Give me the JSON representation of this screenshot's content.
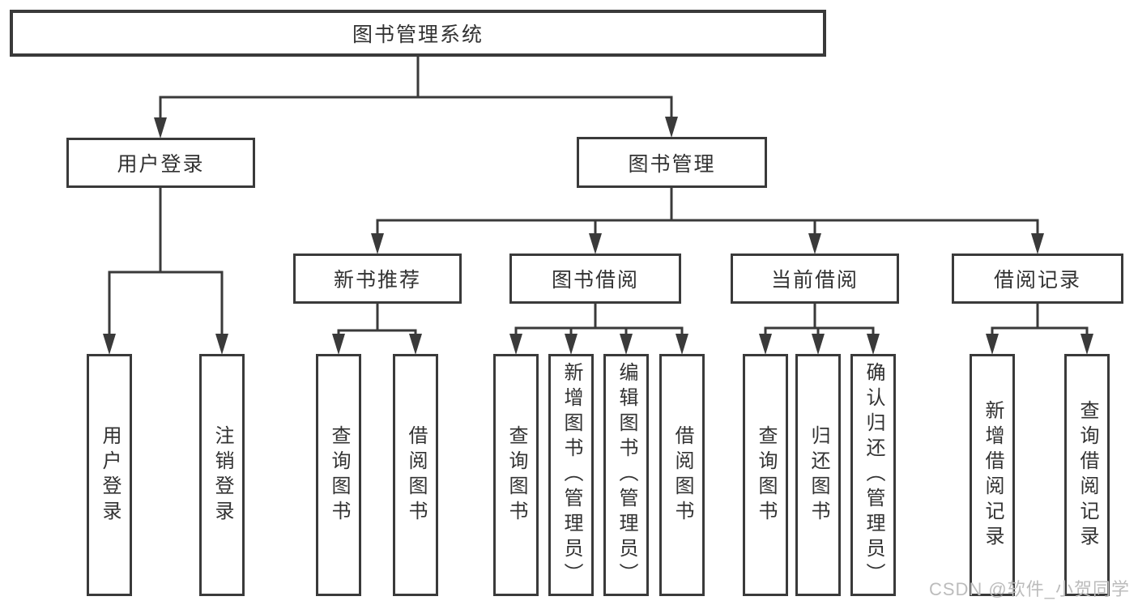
{
  "tree": {
    "root": {
      "label": "图书管理系统"
    },
    "branches": [
      {
        "label": "用户登录",
        "children": [
          {
            "label": "用户登录"
          },
          {
            "label": "注销登录"
          }
        ]
      },
      {
        "label": "图书管理",
        "children": [
          {
            "label": "新书推荐",
            "children": [
              {
                "label": "查询图书"
              },
              {
                "label": "借阅图书"
              }
            ]
          },
          {
            "label": "图书借阅",
            "children": [
              {
                "label": "查询图书"
              },
              {
                "label": "新增图书（管理员）"
              },
              {
                "label": "编辑图书（管理员）"
              },
              {
                "label": "借阅图书"
              }
            ]
          },
          {
            "label": "当前借阅",
            "children": [
              {
                "label": "查询图书"
              },
              {
                "label": "归还图书"
              },
              {
                "label": "确认归还（管理员）"
              }
            ]
          },
          {
            "label": "借阅记录",
            "children": [
              {
                "label": "新增借阅记录"
              },
              {
                "label": "查询借阅记录"
              }
            ]
          }
        ]
      }
    ]
  },
  "colors": {
    "line": "#3a3a3a",
    "text": "#323232",
    "watermark": "#bcbcbc"
  },
  "watermark": {
    "text": "CSDN @软件_小贺同学"
  }
}
